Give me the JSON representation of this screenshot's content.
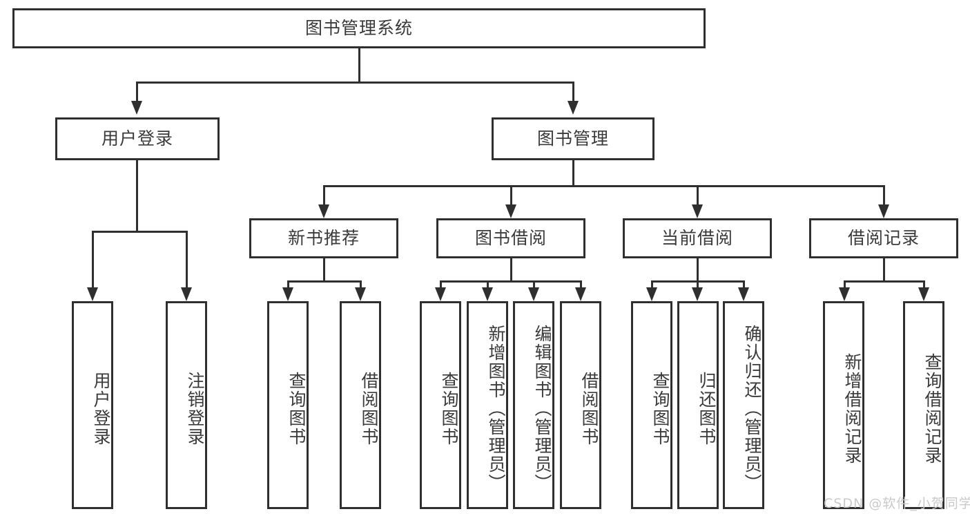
{
  "diagram": {
    "title": "图书管理系统",
    "type": "tree-hierarchy-chart",
    "root": {
      "label": "图书管理系统"
    },
    "level2": [
      {
        "label": "用户登录"
      },
      {
        "label": "图书管理"
      }
    ],
    "level3": [
      {
        "label": "新书推荐"
      },
      {
        "label": "图书借阅"
      },
      {
        "label": "当前借阅"
      },
      {
        "label": "借阅记录"
      }
    ],
    "leaves": {
      "user_login": [
        {
          "label": "用户登录"
        },
        {
          "label": "注销登录"
        }
      ],
      "new_book_recommend": [
        {
          "label": "查询图书"
        },
        {
          "label": "借阅图书"
        }
      ],
      "book_borrow": [
        {
          "label": "查询图书"
        },
        {
          "label": "新增图书（管理员）"
        },
        {
          "label": "编辑图书（管理员）"
        },
        {
          "label": "借阅图书"
        }
      ],
      "current_borrow": [
        {
          "label": "查询图书"
        },
        {
          "label": "归还图书"
        },
        {
          "label": "确认归还（管理员）"
        }
      ],
      "borrow_record": [
        {
          "label": "新增借阅记录"
        },
        {
          "label": "查询借阅记录"
        }
      ]
    }
  },
  "watermark": {
    "text": "CSDN @软件_小贺同学"
  },
  "colors": {
    "stroke": "#2f2f2f",
    "text": "#3a3a3a",
    "background": "#ffffff",
    "watermark": "#c9c9c9"
  }
}
